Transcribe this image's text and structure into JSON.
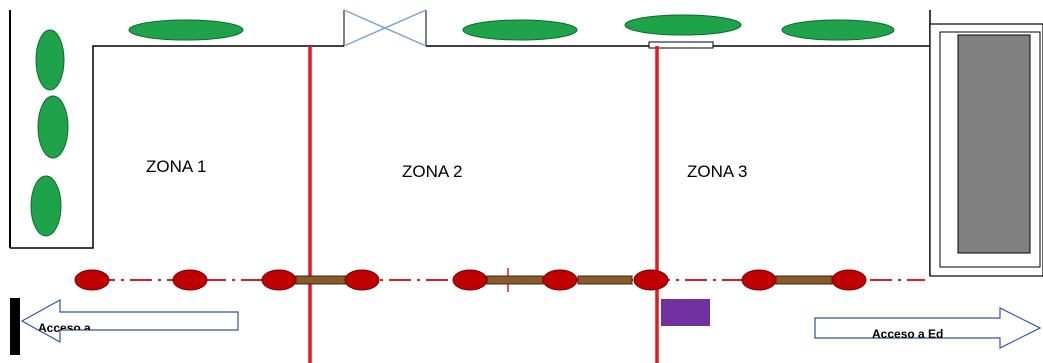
{
  "zones": [
    {
      "label": "ZONA 1"
    },
    {
      "label": "ZONA 2"
    },
    {
      "label": "ZONA 3"
    }
  ],
  "access": {
    "left_label": "Acceso a",
    "right_label": "Acceso a Ed"
  },
  "colors": {
    "boundary_line": "#e11b22",
    "post": "#c00000",
    "barrier": "#8a5a2b",
    "shrub": "#1fa34a",
    "shrub_outline": "#0e6b2c",
    "block": "#7030a0",
    "building_fill": "#808080",
    "arrow_outline": "#2f5597",
    "wall": "#000000"
  },
  "icons": [
    "shrub-icon",
    "door-x-icon",
    "post-icon",
    "barrier-icon",
    "access-arrow-icon"
  ]
}
